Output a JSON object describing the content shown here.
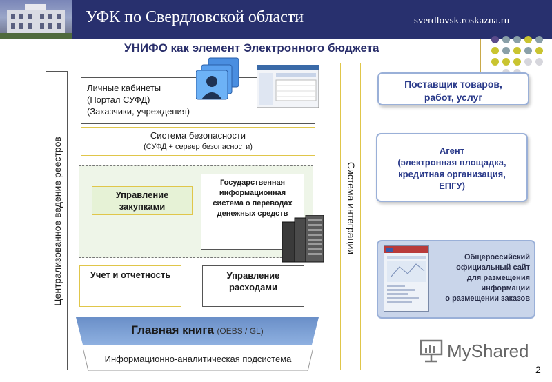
{
  "header": {
    "title": "УФК по Свердловской области",
    "site": "sverdlovsk.roskazna.ru"
  },
  "subtitle": "УНИФО как элемент Электронного бюджета",
  "left_vertical": "Централизованное ведение реестров",
  "right_vertical": "Система интеграции",
  "personal_cabinets": {
    "line1": "Личные кабинеты",
    "line2": "(Портал СУФД)",
    "line3": "(Заказчики, учреждения)"
  },
  "security": {
    "line1": "Система безопасности",
    "line2": "(СУФД + сервер безопасности)"
  },
  "procurement": {
    "line1": "Управление",
    "line2": "закупками"
  },
  "gis": {
    "line1": "Государственная",
    "line2": "информационная",
    "line3": "система о переводах",
    "line4": "денежных средств"
  },
  "accounting": "Учет и отчетность",
  "expenses": {
    "line1": "Управление",
    "line2": "расходами"
  },
  "general_ledger": {
    "main": "Главная книга",
    "sub": "(OEBS / GL)"
  },
  "analytics": "Информационно-аналитическая подсистема",
  "supplier": {
    "line1": "Поставщик товаров,",
    "line2": "работ, услуг"
  },
  "agent": {
    "line1": "Агент",
    "line2": "(электронная площадка,",
    "line3": "кредитная организация,",
    "line4": "ЕПГУ)"
  },
  "official_site": {
    "line1": "Общероссийский",
    "line2": "официальный сайт",
    "line3": "для размещения",
    "line4": "информации",
    "line5": "о размещении заказов"
  },
  "watermark": "MyShared",
  "page_number": "2",
  "colors": {
    "header_bg": "#28306e",
    "title_color": "#2a2f6b",
    "accent_yellow": "#e0c64a",
    "light_green": "#e6f2d6",
    "box_blue_text": "#2a3a8a"
  }
}
